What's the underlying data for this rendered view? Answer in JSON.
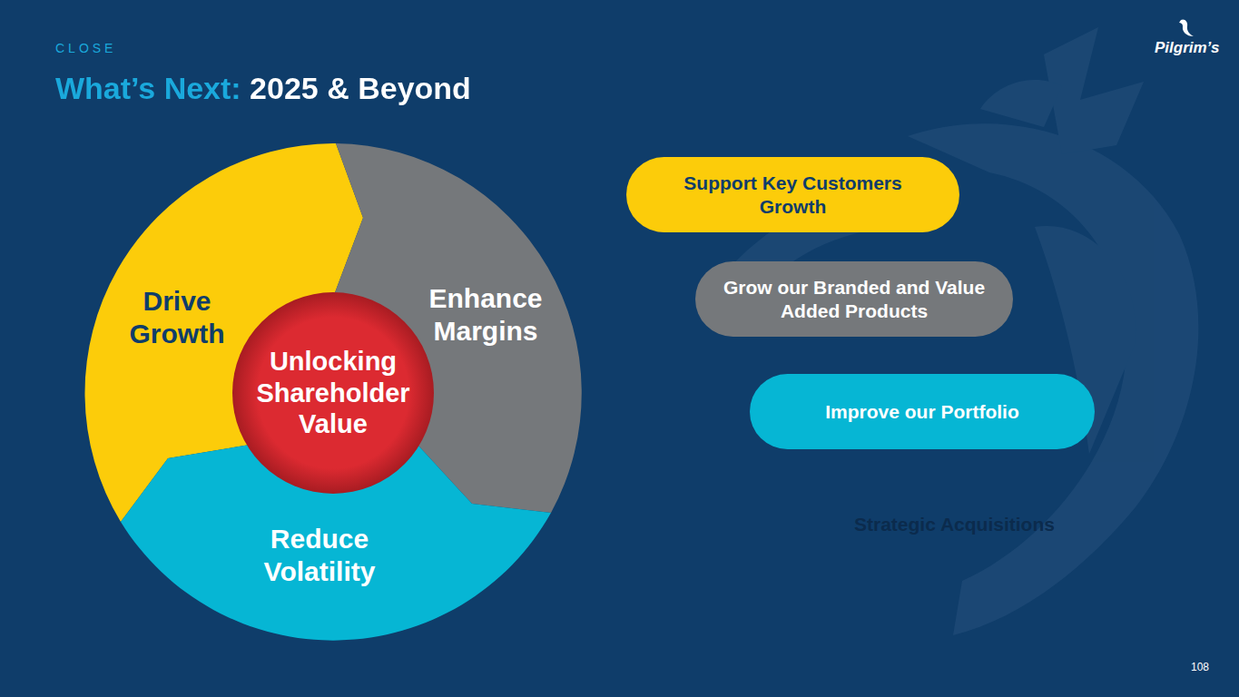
{
  "diagram": {
    "title": "What’s Next: 2025 & Beyond",
    "nodes": [
      {
        "text": [
          "Drive Growth"
        ]
      },
      {
        "text": [
          "Enhance Margins"
        ]
      },
      {
        "text": [
          "Reduce Volatility"
        ]
      },
      {
        "text": [
          "Unlocking Shareholder Value"
        ]
      },
      {
        "text": [
          "Support Key Customers Growth"
        ]
      },
      {
        "text": [
          "Grow our Branded and Value Added Products"
        ]
      },
      {
        "text": [
          "Improve our Portfolio"
        ]
      }
    ],
    "labels": [
      "CLOSE",
      "Pilgrim’s",
      "Strategic Acquisitions",
      "108"
    ]
  }
}
